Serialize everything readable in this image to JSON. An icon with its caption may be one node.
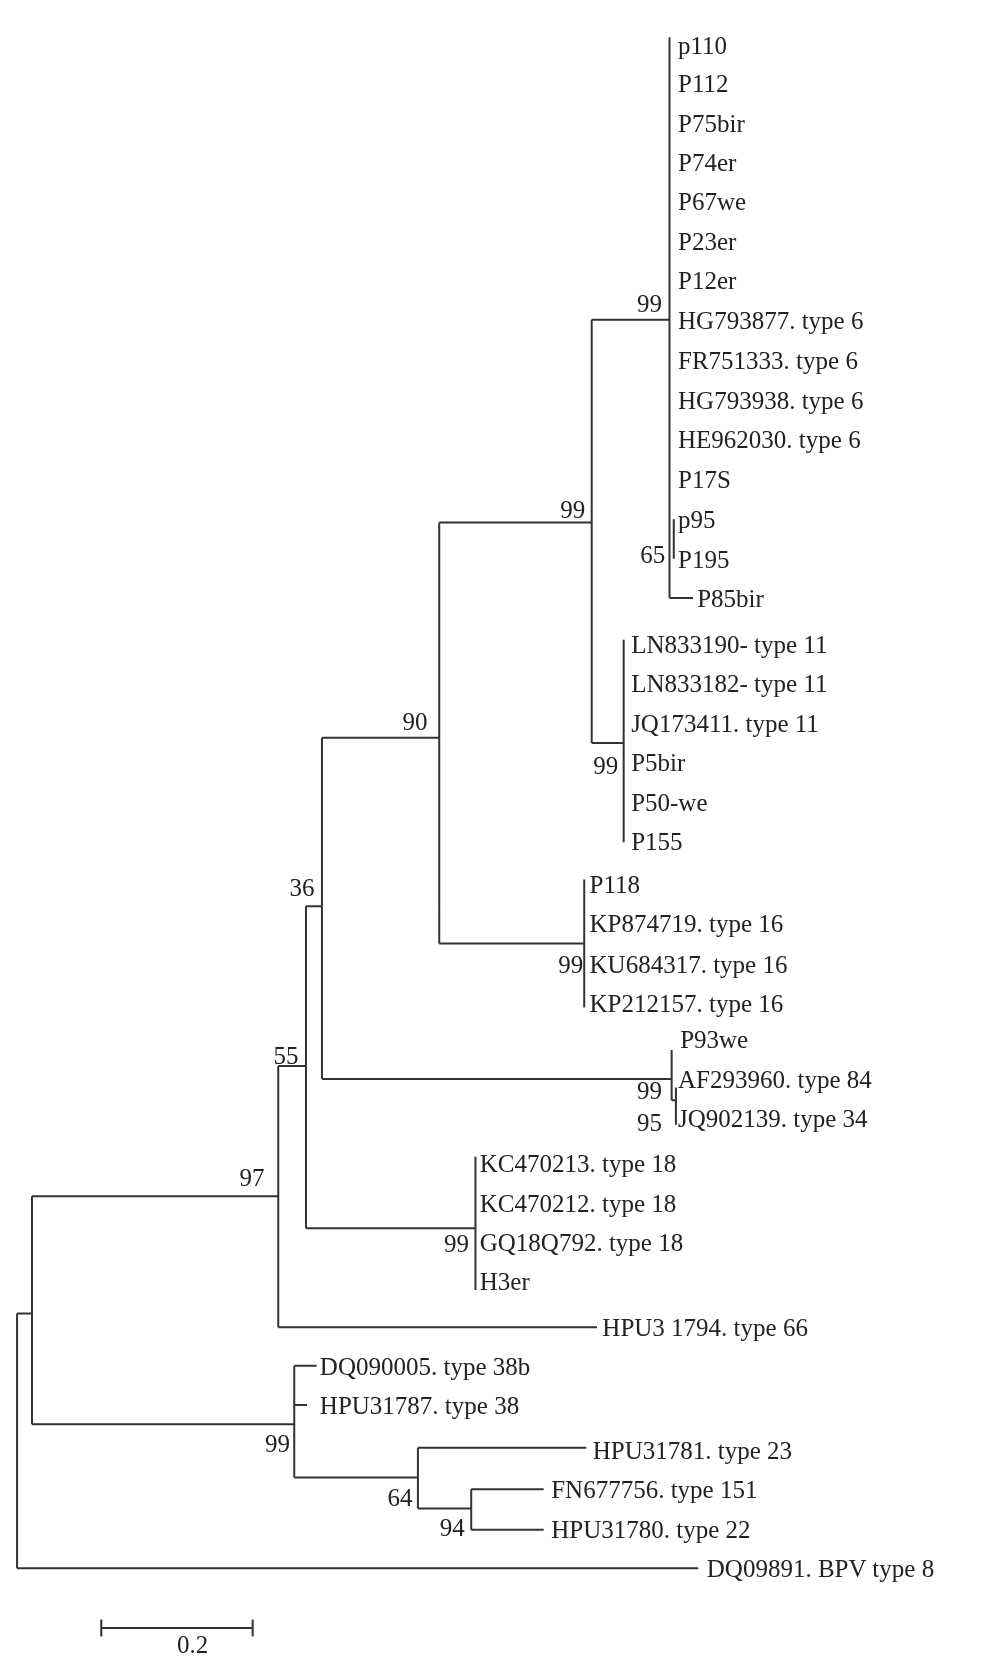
{
  "diagram": {
    "labels": [
      "p110",
      "P112",
      "P75bir",
      "P74er",
      "P67we",
      "P23er",
      "P12er",
      "99",
      "HG793877. type 6",
      "FR751333. type 6",
      "HG793938. type 6",
      "HE962030. type 6",
      "P17S",
      "99",
      "p95",
      "65",
      "P195",
      "P85bir",
      "LN833190- type 11",
      "LN833182- type 11",
      "90",
      "JQ173411. type 11",
      "99",
      "P5bir",
      "P50-we",
      "P155",
      "36",
      "P118",
      "KP874719. type 16",
      "99",
      "KU684317. type 16",
      "KP212157. type 16",
      "P93we",
      "55",
      "99",
      "AF293960. type 84",
      "95",
      "JQ902139. type 34",
      "KC470213. type 18",
      "97",
      "KC470212. type 18",
      "99",
      "GQ18Q792. type 18",
      "H3er",
      "HPU3 1794. type 66",
      "DQ090005. type 38b",
      "HPU31787. type 38",
      "99",
      "HPU31781. type 23",
      "64",
      "FN677756. type 151",
      "94",
      "HPU31780. type 22",
      "DQ09891. BPV type 8",
      "0.2"
    ]
  }
}
